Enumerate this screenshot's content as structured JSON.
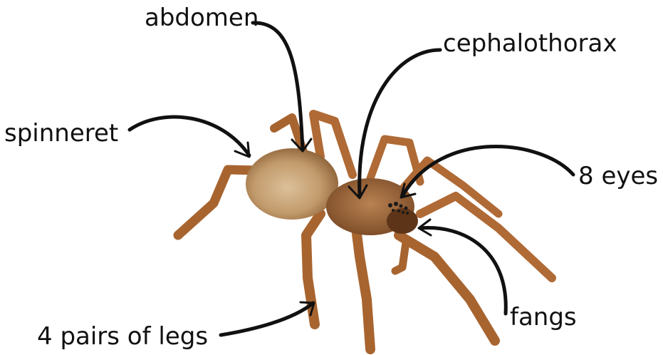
{
  "labels": {
    "abdomen": "abdomen",
    "cephalothorax": "cephalothorax",
    "spinneret": "spinneret",
    "eyes": "8 eyes",
    "legs": "4 pairs of legs",
    "fangs": "fangs"
  },
  "colors": {
    "text": "#111111",
    "arrow": "#111111",
    "body": "#a8703f",
    "abdomen": "#c9a477",
    "leg": "#b06a35",
    "leg_dark": "#7a4520",
    "eye": "#1a1a1a"
  }
}
